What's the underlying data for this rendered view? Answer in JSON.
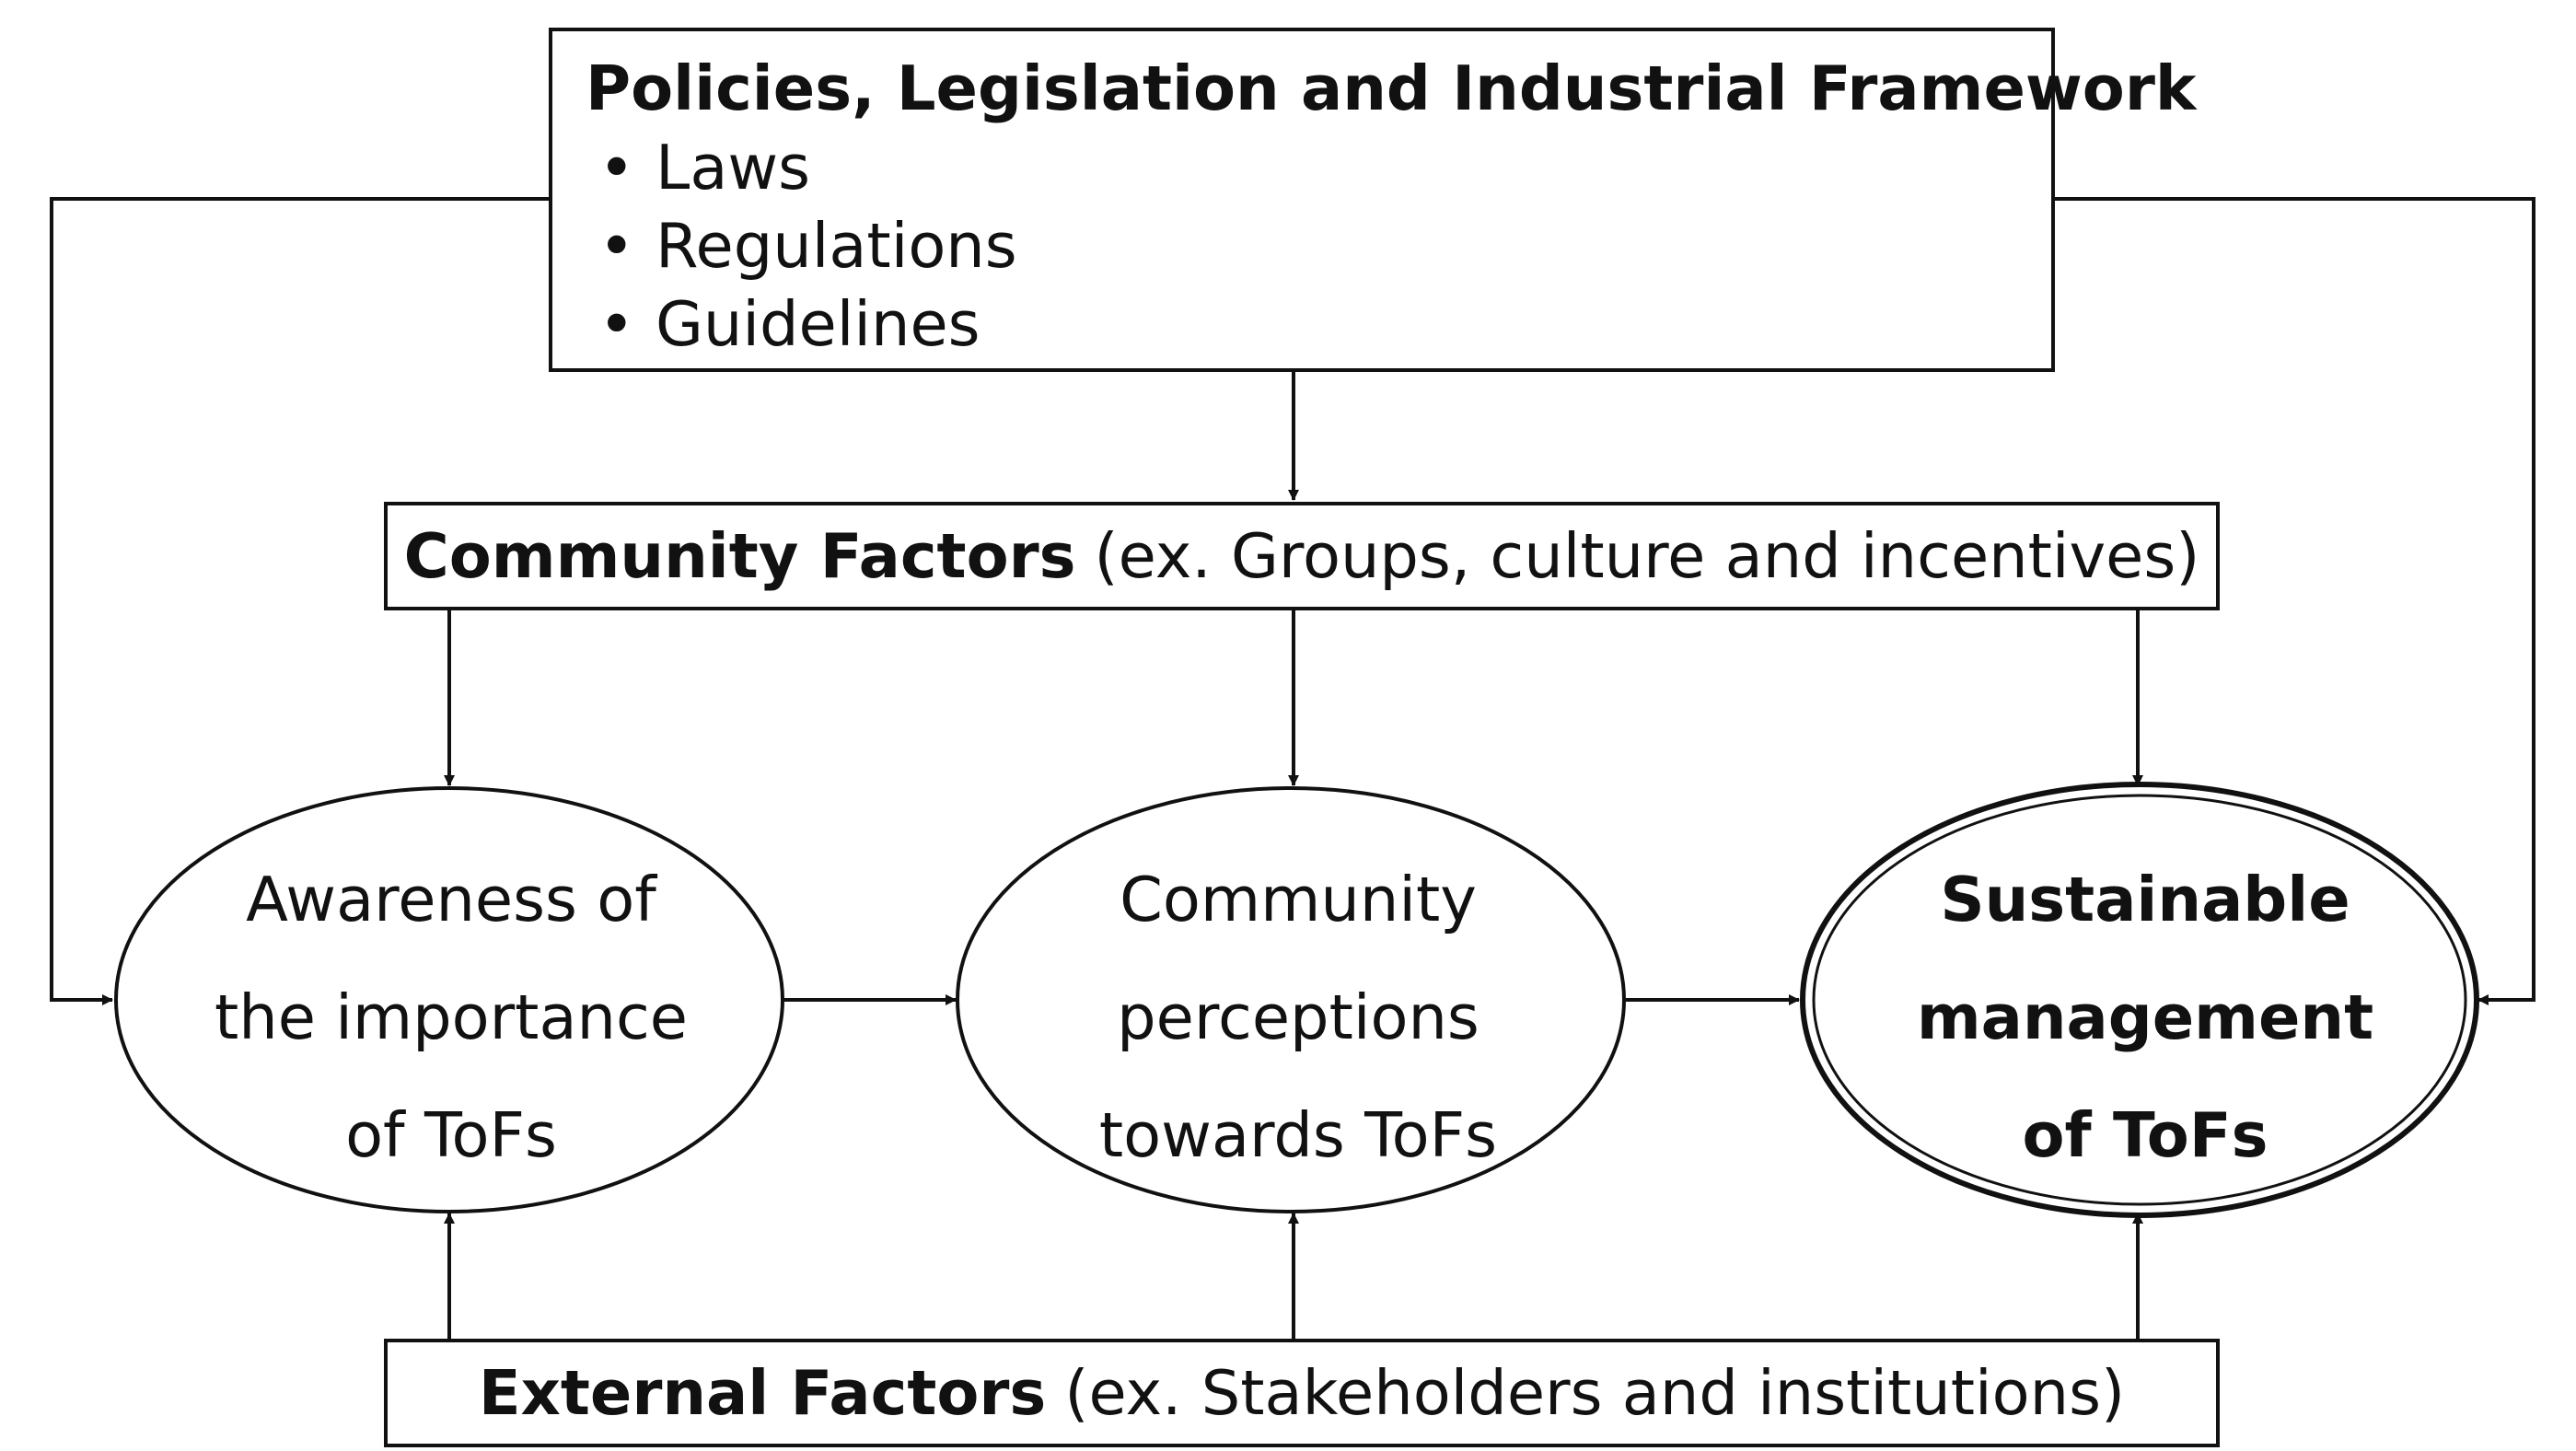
{
  "policy": {
    "title": "Policies, Legislation and Industrial Framework",
    "items": [
      {
        "bullet": "•",
        "text": "Laws"
      },
      {
        "bullet": "•",
        "text": "Regulations"
      },
      {
        "bullet": "•",
        "text": "Guidelines"
      }
    ]
  },
  "community_factors": {
    "title": "Community Factors",
    "detail": "(ex. Groups, culture and incentives)"
  },
  "external_factors": {
    "title": "External Factors",
    "detail": "(ex. Stakeholders and institutions)"
  },
  "awareness": {
    "lines": [
      "Awareness of",
      "the importance",
      "of ToFs"
    ]
  },
  "perceptions": {
    "lines": [
      "Community",
      "perceptions",
      "towards ToFs"
    ]
  },
  "sustainable": {
    "lines": [
      "Sustainable",
      "management",
      "of ToFs"
    ]
  },
  "colors": {
    "stroke": "#111111",
    "background": "#ffffff"
  }
}
